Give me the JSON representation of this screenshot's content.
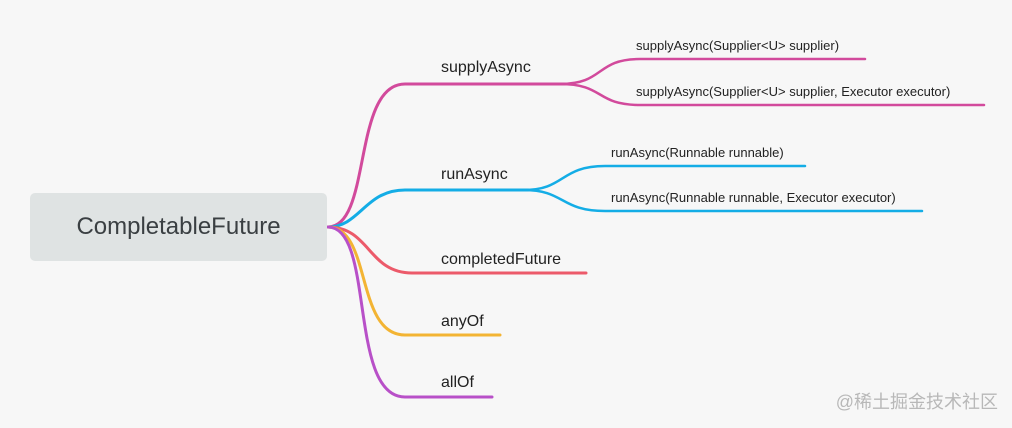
{
  "root": {
    "label": "CompletableFuture"
  },
  "branches": [
    {
      "id": "supply",
      "label": "supplyAsync",
      "color": "#d24a9c",
      "children": [
        {
          "label": "supplyAsync(Supplier<U> supplier)"
        },
        {
          "label": "supplyAsync(Supplier<U> supplier, Executor executor)"
        }
      ]
    },
    {
      "id": "run",
      "label": "runAsync",
      "color": "#14ade6",
      "children": [
        {
          "label": "runAsync(Runnable runnable)"
        },
        {
          "label": "runAsync(Runnable runnable, Executor executor)"
        }
      ]
    },
    {
      "id": "completed",
      "label": "completedFuture",
      "color": "#ec5a6a",
      "children": []
    },
    {
      "id": "anyof",
      "label": "anyOf",
      "color": "#f3b433",
      "children": []
    },
    {
      "id": "allof",
      "label": "allOf",
      "color": "#b850c8",
      "children": []
    }
  ],
  "watermark": "@稀土掘金技术社区"
}
